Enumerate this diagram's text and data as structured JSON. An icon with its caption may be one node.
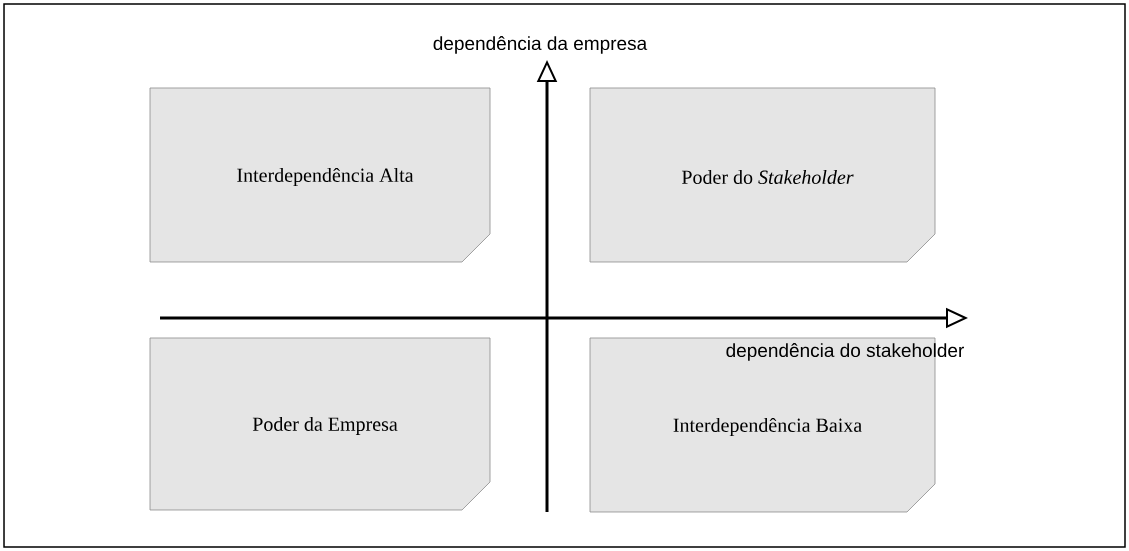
{
  "diagram": {
    "nodes": [
      {
        "text": [
          "Interdependência Alta"
        ]
      },
      {
        "text": [
          "Poder do *Stakeholder*"
        ]
      },
      {
        "text": [
          "Poder da Empresa"
        ]
      },
      {
        "text": [
          "Interdependência Baixa"
        ]
      }
    ],
    "labels": [
      "dependência da empresa",
      "dependência do stakeholder"
    ]
  }
}
